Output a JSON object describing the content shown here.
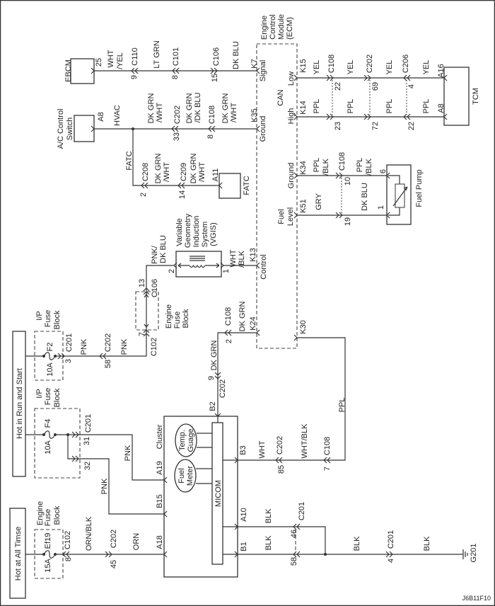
{
  "figure_code": "J6B11F10",
  "power": {
    "run_start": "Hot in Run and Start",
    "all_times": "Hot at All Timse"
  },
  "modules": {
    "ebcm": "EBCM",
    "ac_switch": [
      "A/C Control",
      "Switch"
    ],
    "fatc": "FATC",
    "ecm": [
      "Engine",
      "Control",
      "Module",
      "(ECM)"
    ],
    "tcm": "TCM",
    "fuel_pump": "Fuel Pump",
    "vgis": [
      "Variable",
      "Geometry",
      "Induction",
      "System",
      "(VGIS)"
    ],
    "cluster": "Cluster",
    "micom": "MICOM",
    "temp_gauge": [
      "Temp.",
      "Guage"
    ],
    "fuel_meter": [
      "Fuel",
      "Meter"
    ],
    "ground": "G201"
  },
  "fuse_blocks": {
    "ip": [
      "I/P",
      "Fuse",
      "Block"
    ],
    "engine": [
      "Engine",
      "Fuse",
      "Block"
    ],
    "f2": {
      "name": "F2",
      "rating": "10A"
    },
    "f4": {
      "name": "F4",
      "rating": "10A"
    },
    "ef19": {
      "name": "Ef19",
      "rating": "15A"
    }
  },
  "ecm_labels": {
    "signal": "Signal",
    "ground": "Ground",
    "can": "CAN",
    "low": "Low",
    "high": "High",
    "pump_ground": "Ground",
    "fuel_level": [
      "Fuel",
      "Level"
    ],
    "control": "Control"
  },
  "labels": {
    "ebcm": [
      "25",
      "WHT",
      "/YEL",
      "9",
      "C110",
      "LT GRN",
      "8",
      "C101",
      "15",
      "C106",
      "DK BLU",
      "K7"
    ],
    "hvac": [
      "A8",
      "HVAC",
      "DK GRN",
      "/WHT",
      "33",
      "C202",
      "DK GRN",
      "/DK BLU",
      "8",
      "C108",
      "DK GRN",
      "/WHT",
      "K35"
    ],
    "fatc": [
      "FATC",
      "2",
      "C208",
      "DK GRN",
      "/WHT",
      "14",
      "C209",
      "DK GRN",
      "/WHT",
      "A11"
    ],
    "can_low": [
      "K15",
      "YEL",
      "22",
      "C108",
      "YEL",
      "69",
      "C202",
      "YEL",
      "4",
      "C206",
      "YEL",
      "A16"
    ],
    "can_high": [
      "K14",
      "PPL",
      "23",
      "PPL",
      "72",
      "PPL",
      "22",
      "PPL",
      "A8"
    ],
    "fuel_ground": [
      "K34",
      "PPL",
      "/BLK",
      "10",
      "C108",
      "PPL",
      "/BLK",
      "6"
    ],
    "fuel_level": [
      "K51",
      "GRY",
      "19",
      "DK BLU",
      "1"
    ],
    "vgis": [
      "PNK/",
      "DK BLU",
      "2",
      "1",
      "WHT",
      "/BLK",
      "K13",
      "13",
      "C106",
      "7",
      "C102"
    ],
    "f2": [
      "3",
      "C201",
      "PNK",
      "58",
      "C202",
      "PNK"
    ],
    "dkgrn": [
      "K24",
      "DK GRN",
      "C108",
      "2",
      "DK GRN",
      "9",
      "C202",
      "B2"
    ],
    "b3": [
      "B3",
      "WHT",
      "85",
      "C202",
      "WHT/BLK",
      "7",
      "C108",
      "PPL",
      "K30"
    ],
    "f4": [
      "31",
      "C201",
      "32",
      "PNK",
      "A19",
      "PNK",
      "B15"
    ],
    "ef19": [
      "8",
      "C102",
      "ORN/BLK",
      "45",
      "C202",
      "ORN",
      "A18"
    ],
    "ground": [
      "A10",
      "BLK",
      "46",
      "C201",
      "B1",
      "BLK",
      "58",
      "BLK",
      "4",
      "C201",
      "BLK"
    ]
  }
}
